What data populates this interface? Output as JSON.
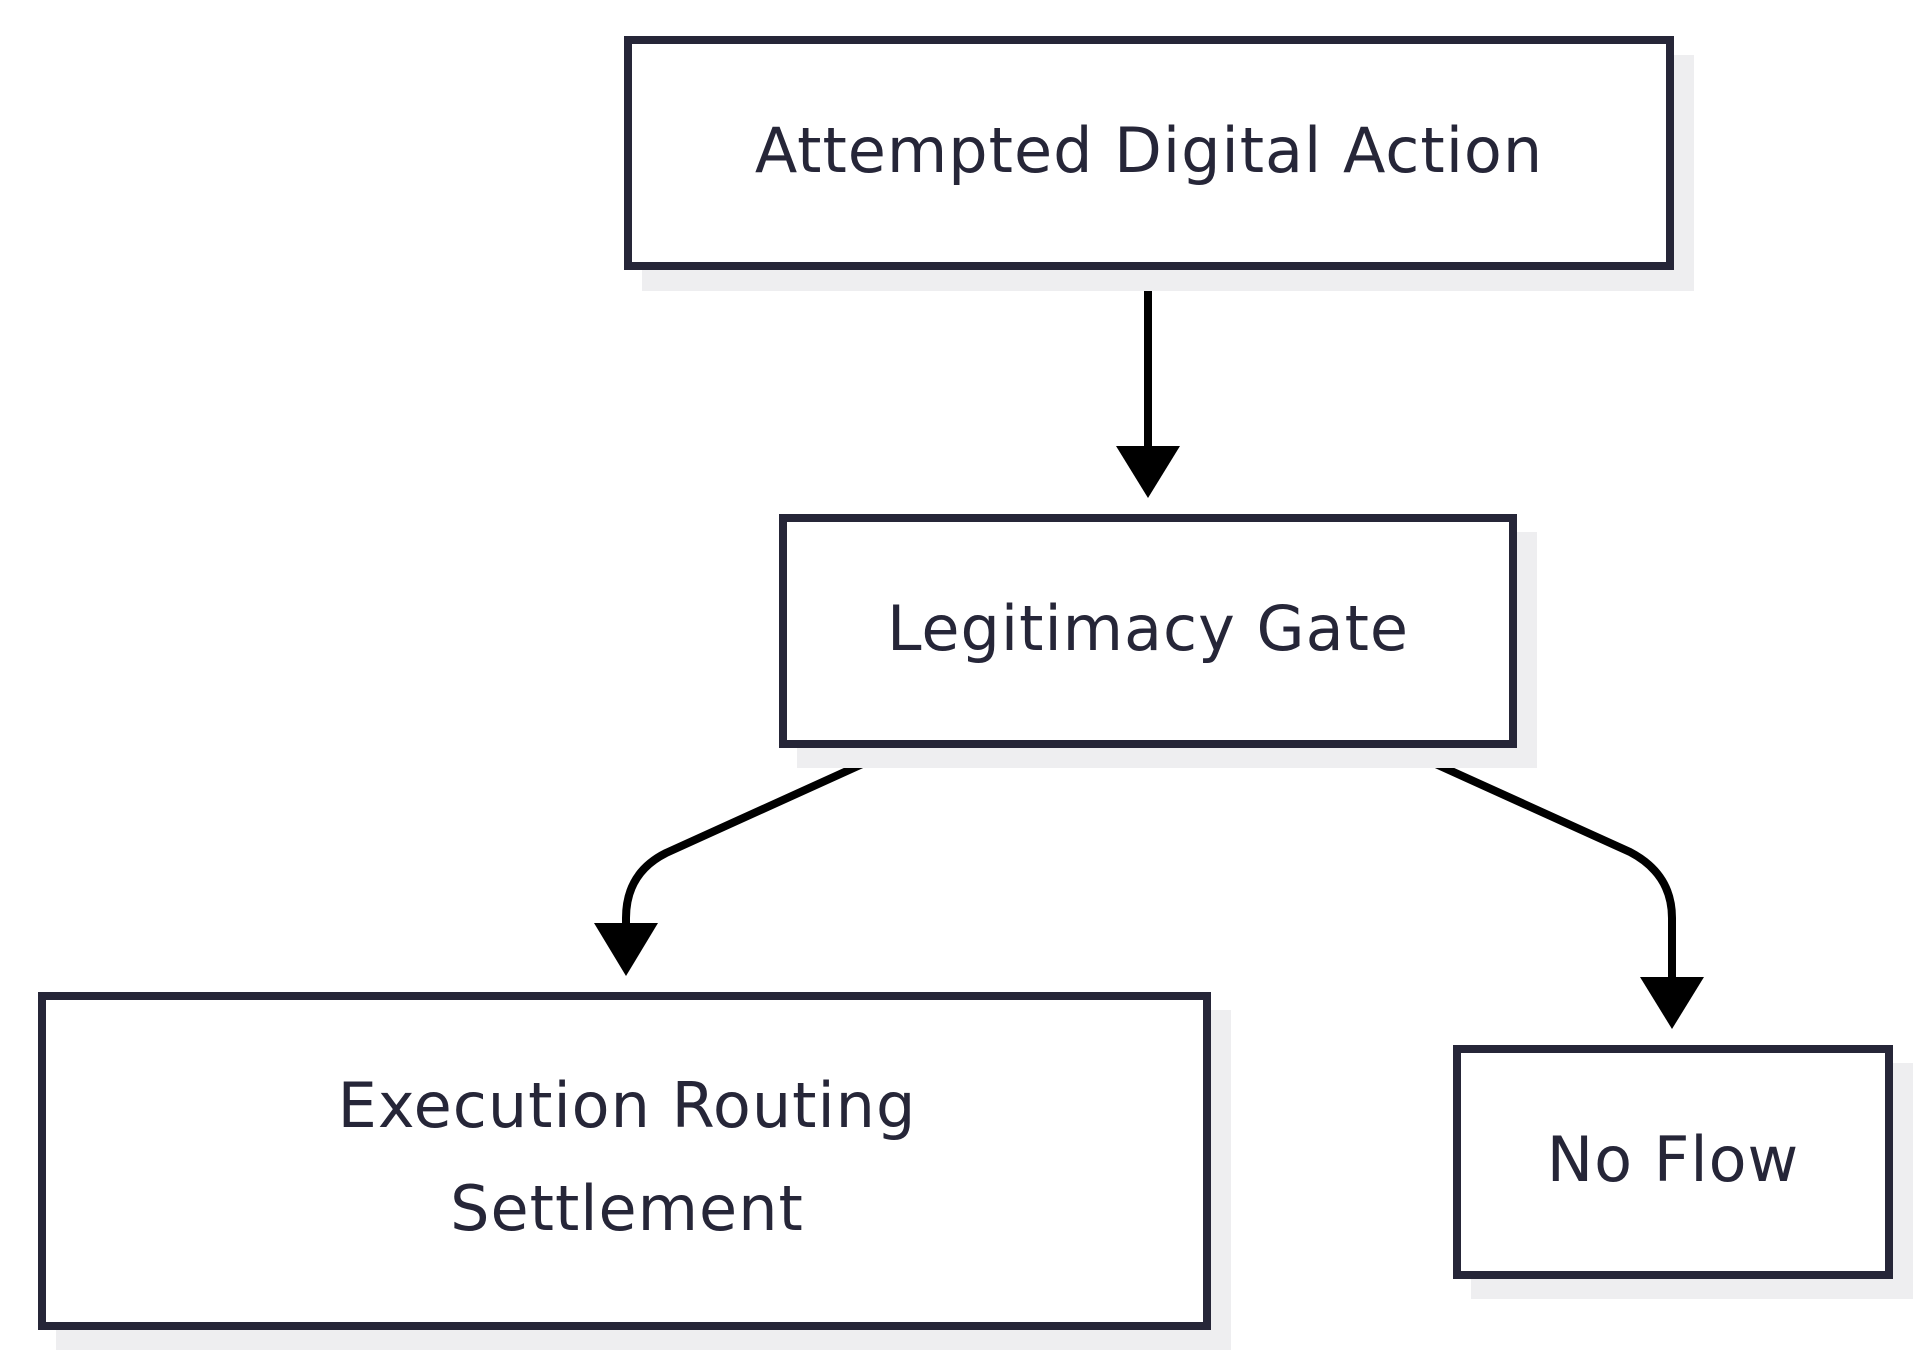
{
  "diagram": {
    "nodes": {
      "attempted_action": {
        "label": "Attempted Digital Action"
      },
      "legitimacy_gate": {
        "label": "Legitimacy Gate"
      },
      "execution": {
        "line1": "Execution Routing",
        "line2": "Settlement"
      },
      "no_flow": {
        "label": "No Flow"
      }
    },
    "colors": {
      "node_border": "#262638",
      "node_text": "#262638",
      "node_shadow": "#eeeef0",
      "edge": "#000000",
      "background": "#ffffff"
    }
  }
}
